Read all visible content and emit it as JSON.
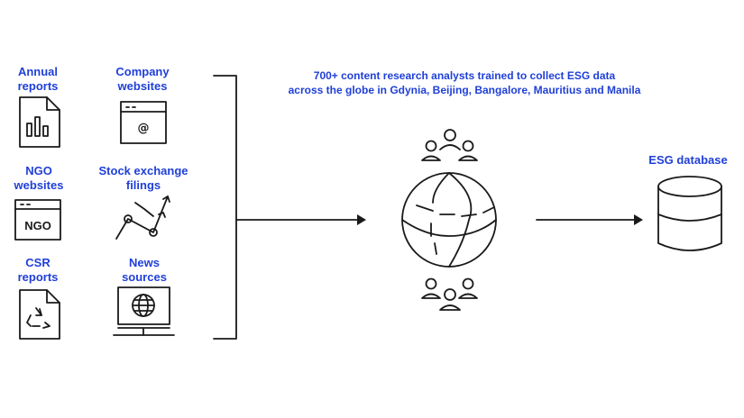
{
  "sources": [
    {
      "id": "annual",
      "label_lines": [
        "Annual",
        "reports"
      ],
      "icon": "bar-chart-document-icon"
    },
    {
      "id": "company",
      "label_lines": [
        "Company",
        "websites"
      ],
      "icon": "at-sign-browser-icon"
    },
    {
      "id": "ngo",
      "label_lines": [
        "NGO",
        "websites"
      ],
      "icon": "ngo-browser-icon",
      "icon_text": "NGO"
    },
    {
      "id": "stock",
      "label_lines": [
        "Stock exchange",
        "filings"
      ],
      "icon": "trend-line-icon"
    },
    {
      "id": "csr",
      "label_lines": [
        "CSR",
        "reports"
      ],
      "icon": "recycle-document-icon"
    },
    {
      "id": "news",
      "label_lines": [
        "News",
        "sources"
      ],
      "icon": "globe-monitor-icon"
    }
  ],
  "research": {
    "line1": "700+ content research analysts trained to collect ESG data",
    "line2": "across the globe in Gdynia, Beijing, Bangalore, Mauritius and Manila"
  },
  "database": {
    "label": "ESG database",
    "icon": "database-icon"
  },
  "center_icon": "globe-icon",
  "people_icon": "people-group-icon",
  "colors": {
    "accent": "#1f3fd8",
    "ink": "#1a1a1a"
  }
}
